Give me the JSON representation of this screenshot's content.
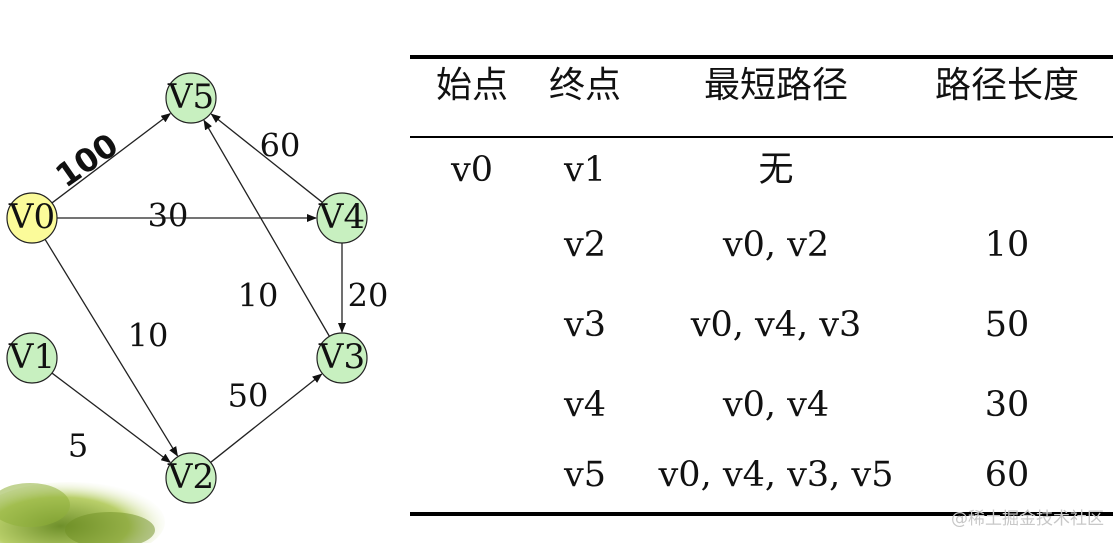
{
  "graph": {
    "nodes": [
      {
        "id": "v5",
        "label": "V5",
        "color": "#c8f0c0"
      },
      {
        "id": "v0",
        "label": "V0",
        "color": "#fbfb9a"
      },
      {
        "id": "v4",
        "label": "V4",
        "color": "#c8f0c0"
      },
      {
        "id": "v1",
        "label": "V1",
        "color": "#c8f0c0"
      },
      {
        "id": "v3",
        "label": "V3",
        "color": "#c8f0c0"
      },
      {
        "id": "v2",
        "label": "V2",
        "color": "#c8f0c0"
      }
    ],
    "edges": [
      {
        "from": "v0",
        "to": "v5",
        "weight": "100",
        "bold": true
      },
      {
        "from": "v0",
        "to": "v4",
        "weight": "30"
      },
      {
        "from": "v0",
        "to": "v2",
        "weight": "10"
      },
      {
        "from": "v4",
        "to": "v5",
        "weight": "60"
      },
      {
        "from": "v3",
        "to": "v5",
        "weight": "10"
      },
      {
        "from": "v4",
        "to": "v3",
        "weight": "20"
      },
      {
        "from": "v2",
        "to": "v3",
        "weight": "50"
      },
      {
        "from": "v1",
        "to": "v2",
        "weight": "5"
      }
    ]
  },
  "table": {
    "headers": [
      "始点",
      "终点",
      "最短路径",
      "路径长度"
    ],
    "rows": [
      [
        "v0",
        "v1",
        "无",
        ""
      ],
      [
        "",
        "v2",
        "v0, v2",
        "10"
      ],
      [
        "",
        "v3",
        "v0, v4, v3",
        "50"
      ],
      [
        "",
        "v4",
        "v0, v4",
        "30"
      ],
      [
        "",
        "v5",
        "v0, v4, v3, v5",
        "60"
      ]
    ]
  },
  "watermark": "@稀土掘金技术社区"
}
